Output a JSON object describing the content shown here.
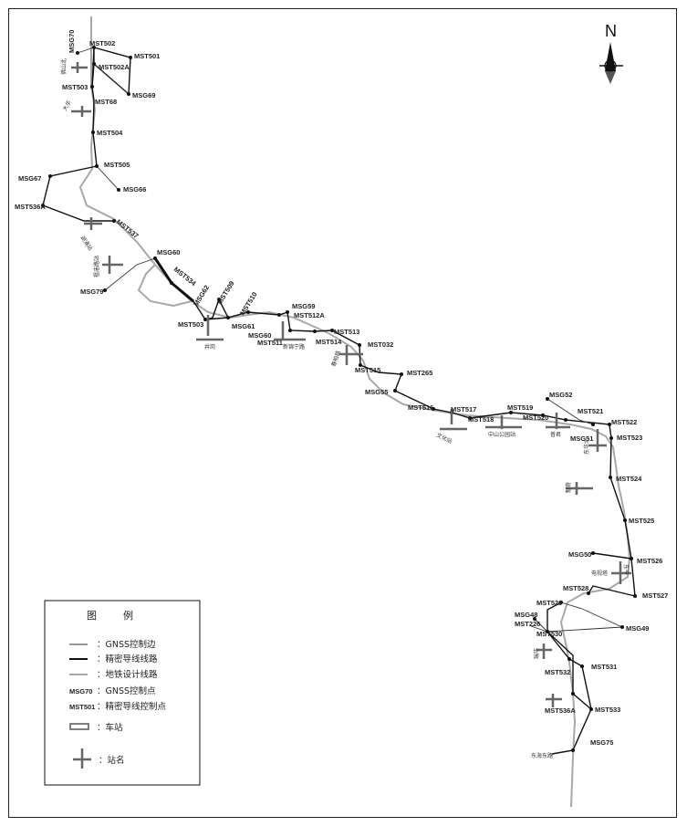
{
  "legend": {
    "title_left": "图",
    "title_right": "例",
    "items": [
      {
        "code": "",
        "text": "：GNSS控制边"
      },
      {
        "code": "",
        "text": "：精密导线线路"
      },
      {
        "code": "",
        "text": "：地铁设计线路"
      },
      {
        "code": "MSG70",
        "text": "：GNSS控制点"
      },
      {
        "code": "MST501",
        "text": "：精密导线控制点"
      },
      {
        "code": "",
        "text": "：车站"
      },
      {
        "code": "",
        "text": "：站名"
      }
    ]
  },
  "north_label": "N",
  "points": [
    "MSG70",
    "MST502",
    "MST501",
    "MST502A",
    "MST503",
    "MST68",
    "MSG69",
    "MST504",
    "MST505",
    "MSG67",
    "MSG66",
    "MST536A",
    "MST537",
    "MSG60",
    "MST534",
    "MSG79",
    "MSG62",
    "MST509",
    "MST510",
    "MSG59",
    "MST512A",
    "MST503",
    "MSG61",
    "MSG60",
    "MST511",
    "MST513",
    "MST514",
    "MST032",
    "MST515",
    "MST265",
    "MSG55",
    "MST516",
    "MST517",
    "MST518",
    "MST519",
    "MST520",
    "MSG52",
    "MST521",
    "MST522",
    "MSG51",
    "MST523",
    "MST524",
    "MST525",
    "MSG50",
    "MST526",
    "MST528",
    "MST527",
    "MST529",
    "MSG48",
    "MST226",
    "MSG49",
    "MST530",
    "MST531",
    "MST532",
    "MST533",
    "MST536A",
    "MSG75"
  ],
  "stations": [
    "佛山北",
    "大华",
    "湖涌站",
    "祖庙路站",
    "井岗",
    "新锦宁路",
    "春柏路",
    "文化站",
    "中山公园站",
    "普君",
    "东华北",
    "电视塔",
    "东平",
    "瑞华",
    "东海东路"
  ]
}
